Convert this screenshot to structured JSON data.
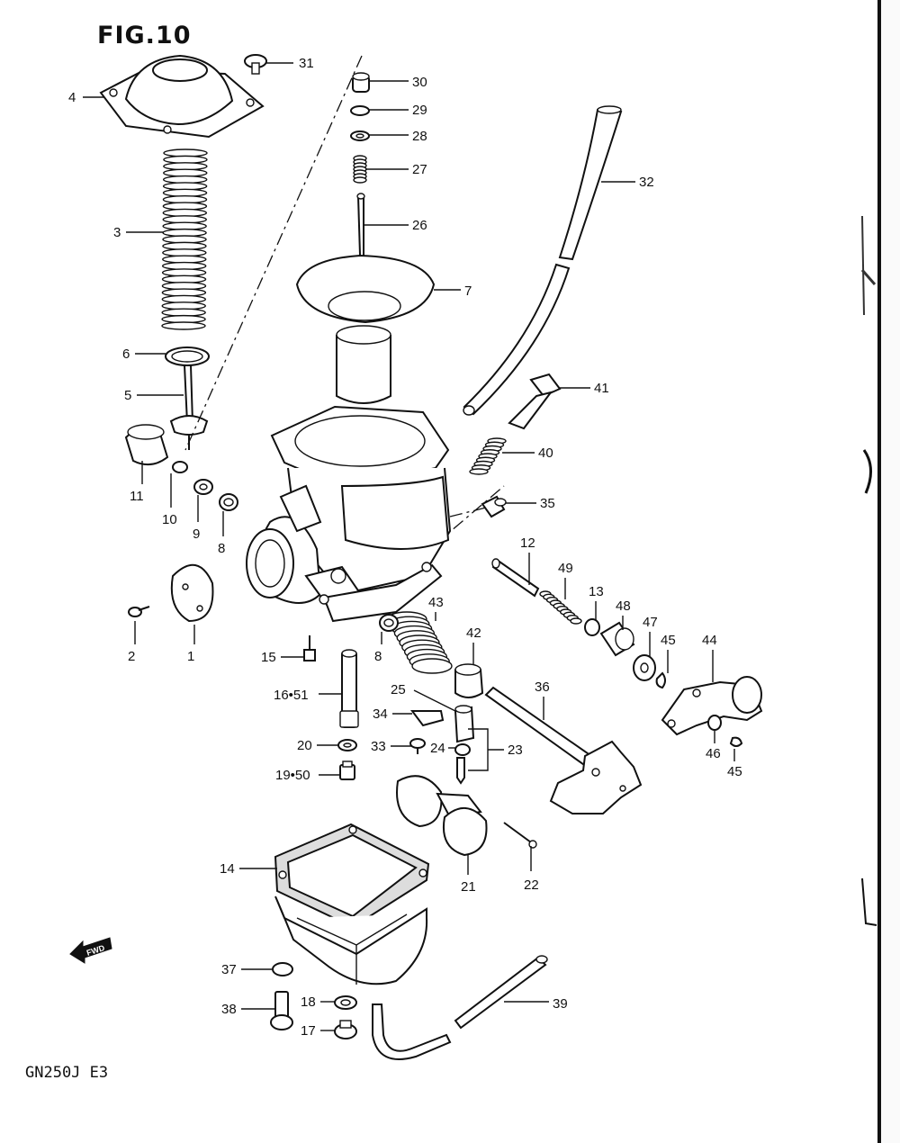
{
  "title": "FIG.10",
  "footer": "GN250J E3",
  "fwd_label": "FWD",
  "callouts": [
    {
      "id": "c31",
      "text": "31"
    },
    {
      "id": "c4",
      "text": "4"
    },
    {
      "id": "c30",
      "text": "30"
    },
    {
      "id": "c29",
      "text": "29"
    },
    {
      "id": "c28",
      "text": "28"
    },
    {
      "id": "c27",
      "text": "27"
    },
    {
      "id": "c32",
      "text": "32"
    },
    {
      "id": "c3",
      "text": "3"
    },
    {
      "id": "c26",
      "text": "26"
    },
    {
      "id": "c7",
      "text": "7"
    },
    {
      "id": "c6",
      "text": "6"
    },
    {
      "id": "c41",
      "text": "41"
    },
    {
      "id": "c5",
      "text": "5"
    },
    {
      "id": "c40",
      "text": "40"
    },
    {
      "id": "c11",
      "text": "11"
    },
    {
      "id": "c10",
      "text": "10"
    },
    {
      "id": "c9",
      "text": "9"
    },
    {
      "id": "c8a",
      "text": "8"
    },
    {
      "id": "c35",
      "text": "35"
    },
    {
      "id": "c12",
      "text": "12"
    },
    {
      "id": "c49",
      "text": "49"
    },
    {
      "id": "c13",
      "text": "13"
    },
    {
      "id": "c48",
      "text": "48"
    },
    {
      "id": "c47",
      "text": "47"
    },
    {
      "id": "c45a",
      "text": "45"
    },
    {
      "id": "c44",
      "text": "44"
    },
    {
      "id": "c43",
      "text": "43"
    },
    {
      "id": "c42",
      "text": "42"
    },
    {
      "id": "c2",
      "text": "2"
    },
    {
      "id": "c1",
      "text": "1"
    },
    {
      "id": "c15",
      "text": "15"
    },
    {
      "id": "c8b",
      "text": "8"
    },
    {
      "id": "c16",
      "text": "16•51"
    },
    {
      "id": "c25",
      "text": "25"
    },
    {
      "id": "c36",
      "text": "36"
    },
    {
      "id": "c34",
      "text": "34"
    },
    {
      "id": "c20",
      "text": "20"
    },
    {
      "id": "c33",
      "text": "33"
    },
    {
      "id": "c24",
      "text": "24"
    },
    {
      "id": "c23",
      "text": "23"
    },
    {
      "id": "c46",
      "text": "46"
    },
    {
      "id": "c45b",
      "text": "45"
    },
    {
      "id": "c19",
      "text": "19•50"
    },
    {
      "id": "c14",
      "text": "14"
    },
    {
      "id": "c21",
      "text": "21"
    },
    {
      "id": "c22",
      "text": "22"
    },
    {
      "id": "c37",
      "text": "37"
    },
    {
      "id": "c18",
      "text": "18"
    },
    {
      "id": "c39",
      "text": "39"
    },
    {
      "id": "c38",
      "text": "38"
    },
    {
      "id": "c17",
      "text": "17"
    }
  ]
}
